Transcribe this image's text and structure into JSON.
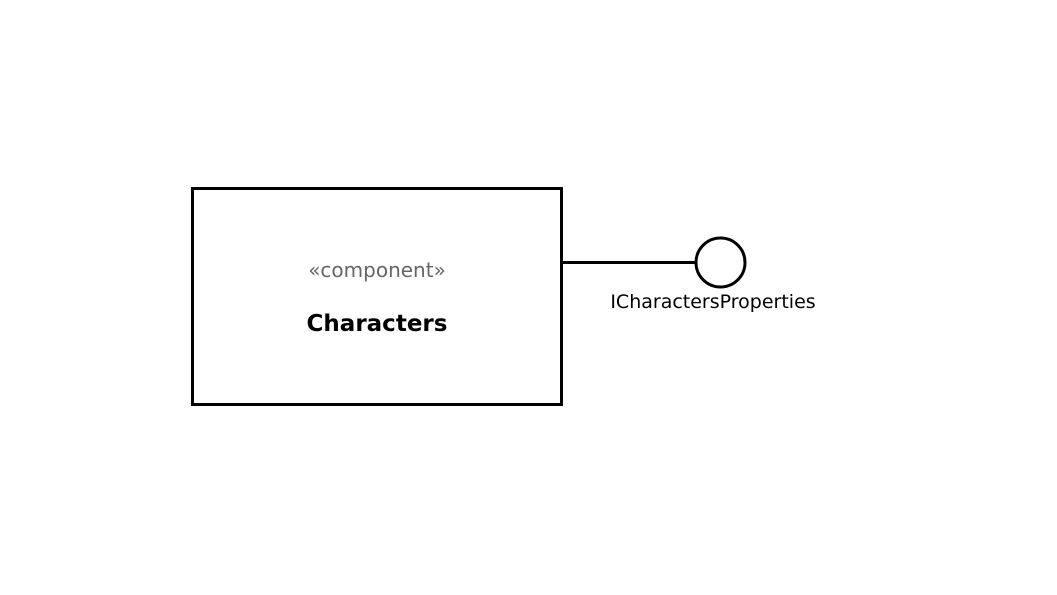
{
  "component": {
    "stereotype": "«component»",
    "name": "Characters"
  },
  "interface": {
    "name": "ICharactersProperties"
  },
  "colors": {
    "stroke": "#000000",
    "stereotype_text": "#666666",
    "background": "#ffffff"
  }
}
